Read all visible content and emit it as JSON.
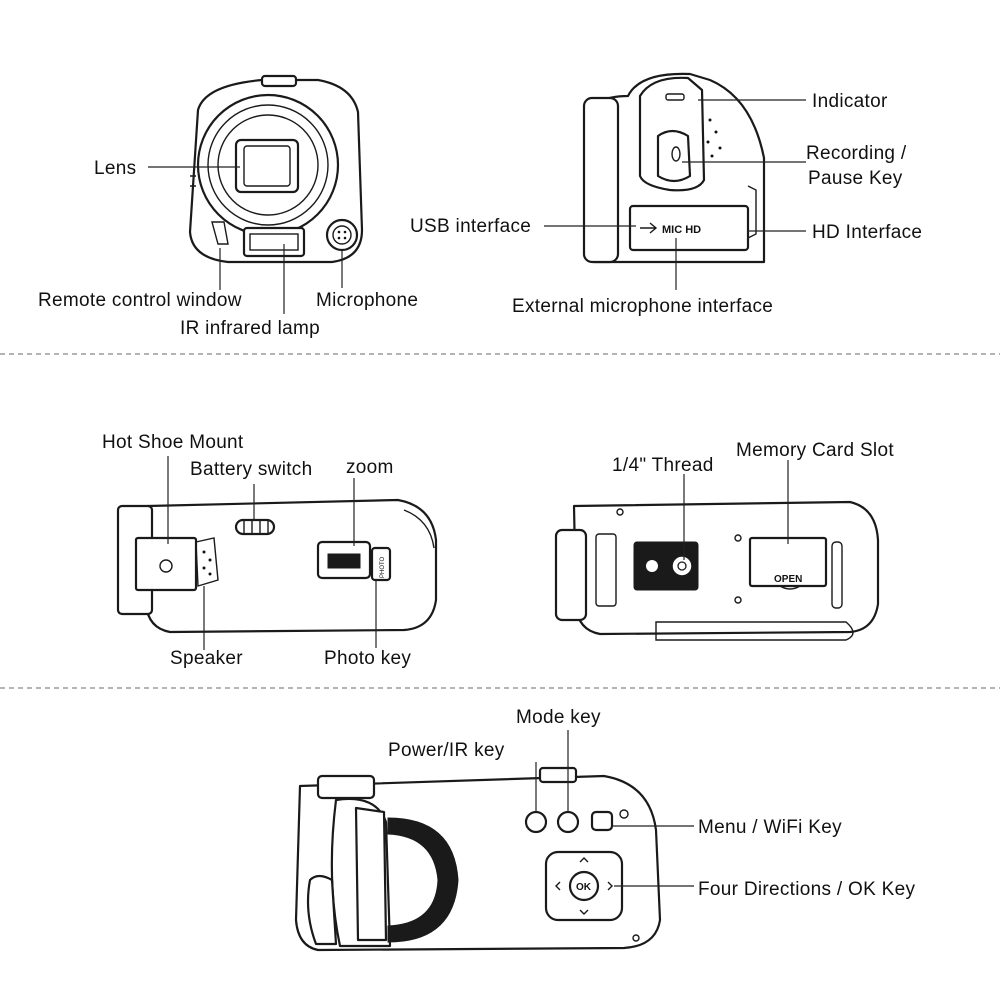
{
  "labels": {
    "lens": "Lens",
    "remote_window": "Remote control window",
    "ir_lamp": "IR infrared lamp",
    "microphone": "Microphone",
    "indicator": "Indicator",
    "recording_pause_line1": "Recording /",
    "recording_pause_line2": "Pause Key",
    "usb_interface": "USB interface",
    "hd_interface": "HD Interface",
    "ext_mic_interface": "External microphone interface",
    "hot_shoe": "Hot Shoe Mount",
    "battery_switch": "Battery switch",
    "zoom": "zoom",
    "speaker": "Speaker",
    "photo_key": "Photo key",
    "thread": "1/4\" Thread",
    "memory_card": "Memory Card Slot",
    "mode_key": "Mode key",
    "power_ir_key": "Power/IR key",
    "menu_wifi_key": "Menu / WiFi Key",
    "four_dir_ok": "Four Directions / OK Key"
  },
  "device_markings": {
    "mic_hd": "MIC HD",
    "open": "OPEN",
    "ok": "OK",
    "photo": "PHOTO"
  }
}
